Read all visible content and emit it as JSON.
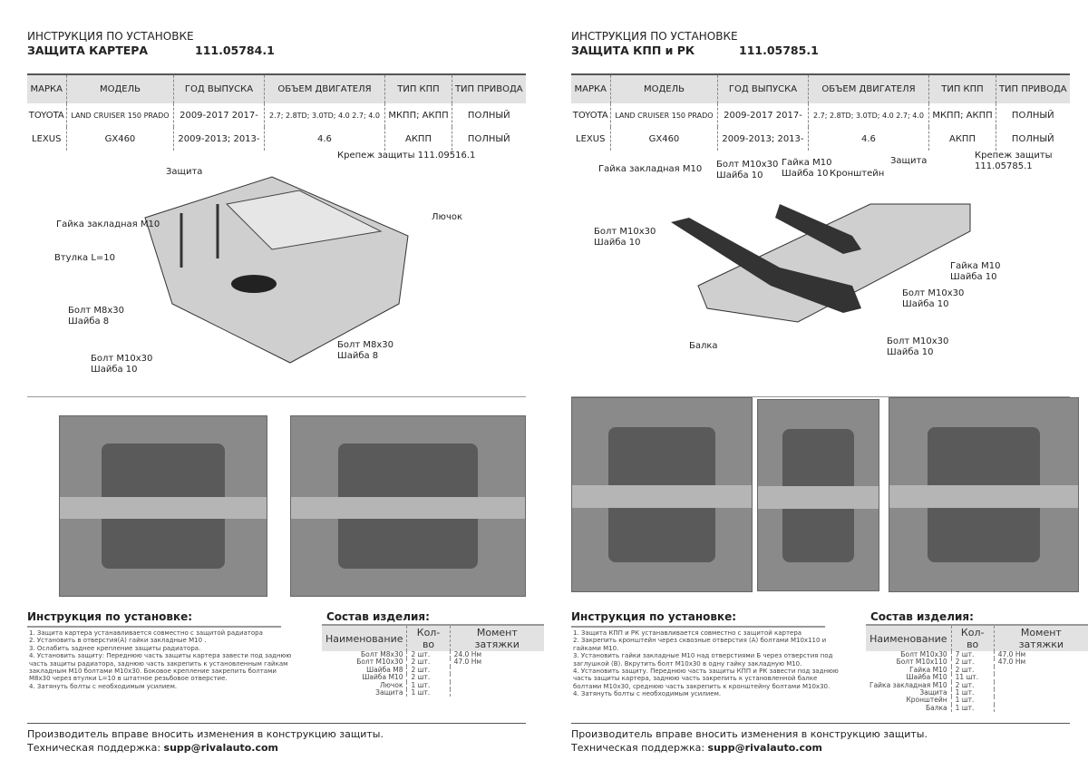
{
  "pages": [
    {
      "header": {
        "line1": "ИНСТРУКЦИЯ ПО УСТАНОВКЕ",
        "title": "ЗАЩИТА КАРТЕРА",
        "code": "111.05784.1"
      },
      "labels": [
        "Крепеж защиты 111.09516.1",
        "Защита",
        "Гайка закладная М10",
        "Лючок",
        "Втулка L=10",
        "Болт М8х30",
        "Шайба 8",
        "Болт М10х30",
        "Шайба 10",
        "Болт М8х30",
        "Шайба 8"
      ],
      "instructions_title": "Инструкция по установке:",
      "instructions": [
        "1. Защита картера устанавливается совместно с защитой радиатора",
        "2. Установить в отверстия(А) гайки закладные М10 .",
        "3. Ослабить заднее крепление защиты радиатора.",
        "4. Установить защиту: Переднюю часть защиты картера завести под заднюю часть защиты радиатора, заднюю часть закрепить к установленным гайкам закладным М10 болтами М10х30. Боковое крепление закрепить болтами М8х30 через втулки L=10 в штатное резьбовое отверстие.",
        "4. Затянуть болты с необходимым усилием."
      ],
      "composition_title": "Состав изделия:",
      "composition": [
        [
          "Болт М8х30",
          "2 шт.",
          "24.0 Нм"
        ],
        [
          "Болт М10х30",
          "2 шт.",
          "47.0 Нм"
        ],
        [
          "Шайба М8",
          "2 шт.",
          ""
        ],
        [
          "Шайба М10",
          "2 шт.",
          ""
        ],
        [
          "Лючок",
          "1 шт.",
          ""
        ],
        [
          "Защита",
          "1 шт.",
          ""
        ]
      ]
    },
    {
      "header": {
        "line1": "ИНСТРУКЦИЯ ПО УСТАНОВКЕ",
        "title": "ЗАЩИТА КПП и РК",
        "code": "111.05785.1"
      },
      "labels": [
        "Гайка закладная М10",
        "Болт М10х30",
        "Шайба 10",
        "Гайка М10",
        "Шайба 10",
        "Кронштейн",
        "Защита",
        "Крепеж защиты",
        "111.05785.1",
        "Болт М10х30",
        "Шайба 10",
        "Гайка М10",
        "Шайба 10",
        "Болт М10х30",
        "Шайба 10",
        "Балка",
        "Болт М10х30",
        "Шайба 10"
      ],
      "instructions_title": "Инструкция по установке:",
      "instructions": [
        "1. Защита КПП и РК устанавливается совместно с защитой картера",
        "2. Закрепить кронштейн через сквозные отверстия (А) болтами М10х110 и гайками М10.",
        "3. Установить гайки закладные М10 над отверстиями Б через отверстия под заглушкой (В). Вкрутить болт М10х30 в одну гайку закладную М10.",
        "4. Установить защиту. Переднюю часть защиты КПП и РК завести под заднюю часть защиты картера, заднюю часть закрепить к установленной балке болтами М10х30, среднюю часть закрепить к кронштейну болтами М10х30.",
        "4. Затянуть болты с необходимым усилием."
      ],
      "composition_title": "Состав изделия:",
      "composition": [
        [
          "Болт М10х30",
          "7 шт.",
          "47.0 Нм"
        ],
        [
          "Болт М10х110",
          "2 шт.",
          "47.0 Нм"
        ],
        [
          "Гайка М10",
          "2 шт.",
          ""
        ],
        [
          "Шайба М10",
          "11 шт.",
          ""
        ],
        [
          "Гайка закладная М10",
          "2 шт.",
          ""
        ],
        [
          "Защита",
          "1 шт.",
          ""
        ],
        [
          "Кронштейн",
          "1 шт.",
          ""
        ],
        [
          "Балка",
          "1 шт.",
          ""
        ]
      ]
    }
  ],
  "table": {
    "headers": [
      "МАРКА",
      "МОДЕЛЬ",
      "ГОД ВЫПУСКА",
      "ОБЪЕМ ДВИГАТЕЛЯ",
      "ТИП КПП",
      "ТИП ПРИВОДА"
    ],
    "rows": [
      [
        "TOYOTA",
        "LAND CRUISER 150 PRADO",
        "2009-2017 2017-",
        "2.7; 2.8TD; 3.0TD; 4.0 2.7; 4.0",
        "МКПП; АКПП",
        "ПОЛНЫЙ"
      ],
      [
        "LEXUS",
        "GX460",
        "2009-2013; 2013-",
        "4.6",
        "АКПП",
        "ПОЛНЫЙ"
      ]
    ]
  },
  "comp_headers": [
    "Наименование",
    "Кол-во",
    "Момент затяжки"
  ],
  "footer": {
    "note": "Производитель вправе вносить изменения в конструкцию защиты.",
    "support_label": "Техническая поддержка: ",
    "email": "supp@rivalauto.com"
  }
}
